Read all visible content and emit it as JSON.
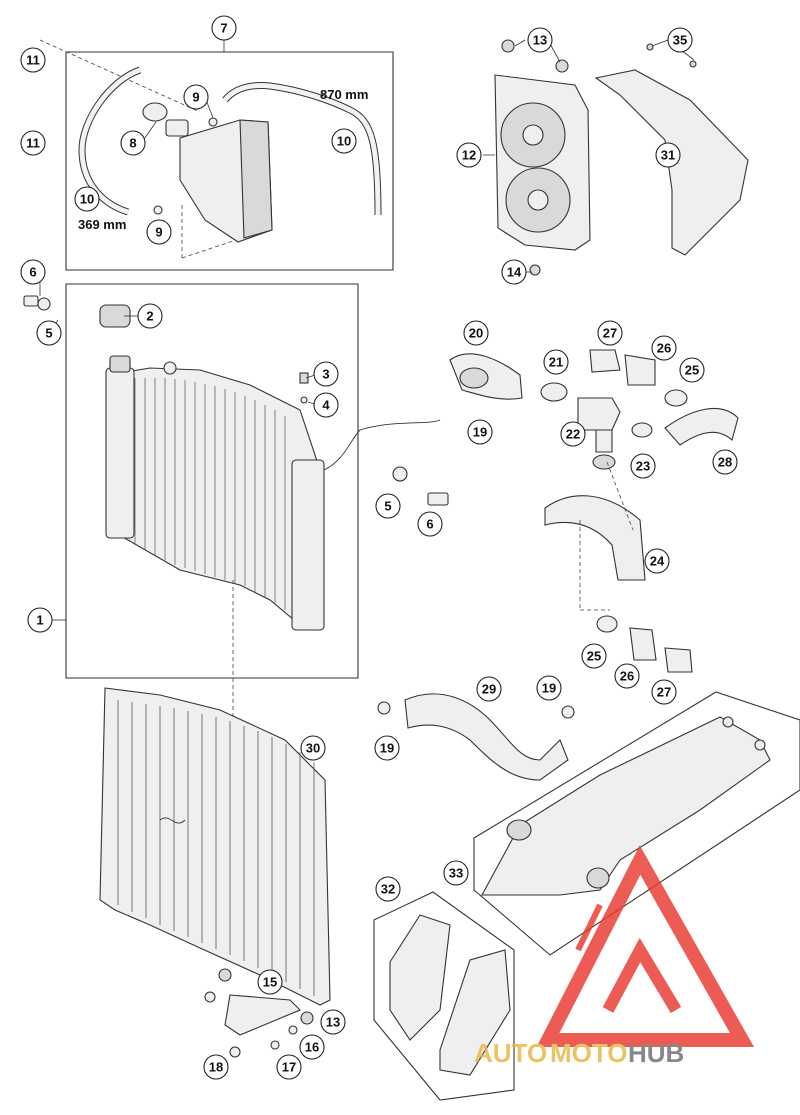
{
  "callouts": [
    "7",
    "11",
    "11",
    "8",
    "9",
    "10",
    "10",
    "9",
    "870 mm",
    "369 mm",
    "13",
    "35",
    "12",
    "31",
    "14",
    "6",
    "2",
    "5",
    "3",
    "4",
    "1",
    "20",
    "27",
    "26",
    "21",
    "25",
    "22",
    "19",
    "28",
    "23",
    "5",
    "6",
    "24",
    "25",
    "26",
    "27",
    "29",
    "19",
    "19",
    "30",
    "33",
    "32",
    "15",
    "13",
    "16",
    "17",
    "18"
  ],
  "dimensions": {
    "long_hose": "870 mm",
    "short_hose": "369 mm"
  },
  "watermark": {
    "word_1": "AUTO",
    "word_2": "MOTO",
    "word_3": "HUB"
  },
  "colors": {
    "logo_red": "#e8392f",
    "logo_gold": "#e9b642",
    "logo_gray": "#6d6d6d"
  }
}
